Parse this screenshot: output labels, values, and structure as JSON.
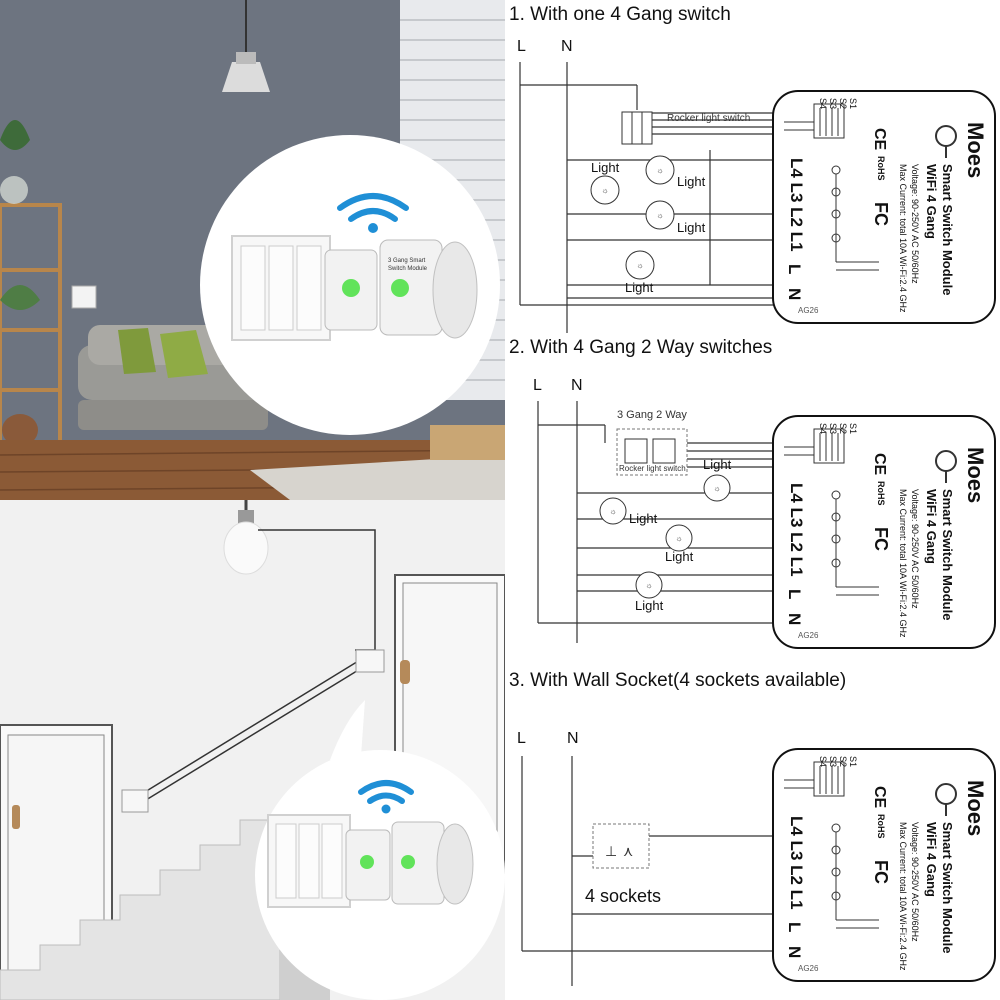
{
  "sections": [
    {
      "title": "1. With one 4 Gang switch",
      "switch_label": "Rocker light switch"
    },
    {
      "title": "2. With 4 Gang 2 Way switches",
      "switch_group_label": "3 Gang 2 Way",
      "switch_label": "Rocker light switch"
    },
    {
      "title": "3. With Wall Socket(4 sockets available)",
      "socket_label": "4 sockets"
    }
  ],
  "wires": {
    "live": "L",
    "neutral": "N"
  },
  "light_label": "Light",
  "module": {
    "brand": "Moes",
    "title_line1": "Smart Switch Module",
    "title_line2": "WiFi 4 Gang",
    "voltage": "Voltage: 90-250V AC 50/60Hz",
    "current": "Max Current: total 10A Wi-Fi:2.4 GHz",
    "rohs": "RoHS",
    "fcc": "FC",
    "ce": "CE",
    "model": "AG26",
    "switch_terminals": [
      "S1",
      "S2",
      "S3",
      "S4"
    ],
    "load_terminals": "L4 L3 L2 L1",
    "power_terminals": [
      "L",
      "N"
    ]
  },
  "photo_box_labels": [
    "3 Gang Smart",
    "Switch Module"
  ]
}
